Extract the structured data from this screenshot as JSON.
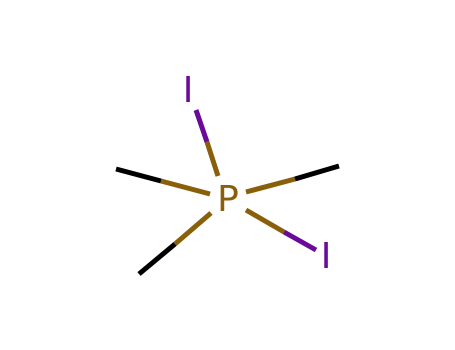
{
  "molecule": {
    "atoms": [
      {
        "id": "P1",
        "symbol": "P",
        "color": "#8a5f0a"
      },
      {
        "id": "I1",
        "symbol": "I",
        "color": "#6a0a9a"
      },
      {
        "id": "I2",
        "symbol": "I",
        "color": "#6a0a9a"
      }
    ],
    "bond_colors": {
      "carbon": "#000000",
      "phosphorus": "#8a5f0a",
      "iodine": "#6a0a9a"
    }
  }
}
